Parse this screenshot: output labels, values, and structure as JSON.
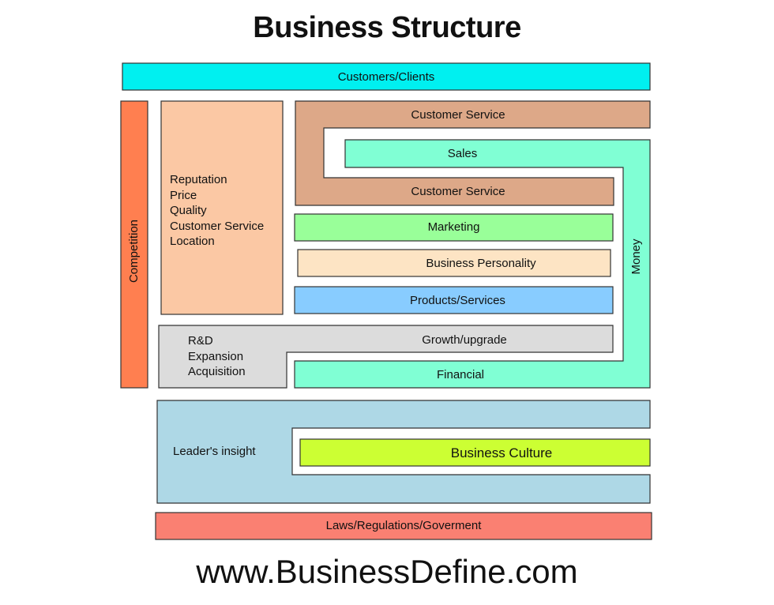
{
  "title": "Business Structure",
  "footer": "www.BusinessDefine.com",
  "blocks": {
    "customers": "Customers/Clients",
    "competition": "Competition",
    "attributes": [
      "Reputation",
      "Price",
      "Quality",
      "Customer Service",
      "Location"
    ],
    "customer_service_top": "Customer Service",
    "sales": "Sales",
    "customer_service_bottom": "Customer Service",
    "marketing": "Marketing",
    "business_personality": "Business Personality",
    "products_services": "Products/Services",
    "growth": "Growth/upgrade",
    "rd_items": [
      "R&D",
      "Expansion",
      "Acquisition"
    ],
    "financial": "Financial",
    "money": "Money",
    "leaders_insight": "Leader's insight",
    "business_culture": "Business Culture",
    "laws": "Laws/Regulations/Goverment"
  },
  "colors": {
    "customers": "#00F0F0",
    "competition": "#FF7F50",
    "attributes": "#FBC8A4",
    "customer_service": "#DDA888",
    "sales_money_financial": "#80FFD4",
    "marketing": "#99FF99",
    "business_personality": "#FDE4C4",
    "products_services": "#88CCFF",
    "growth": "#DCDCDC",
    "leaders_insight": "#AED8E6",
    "business_culture": "#CCFF33",
    "laws": "#FA8072"
  }
}
